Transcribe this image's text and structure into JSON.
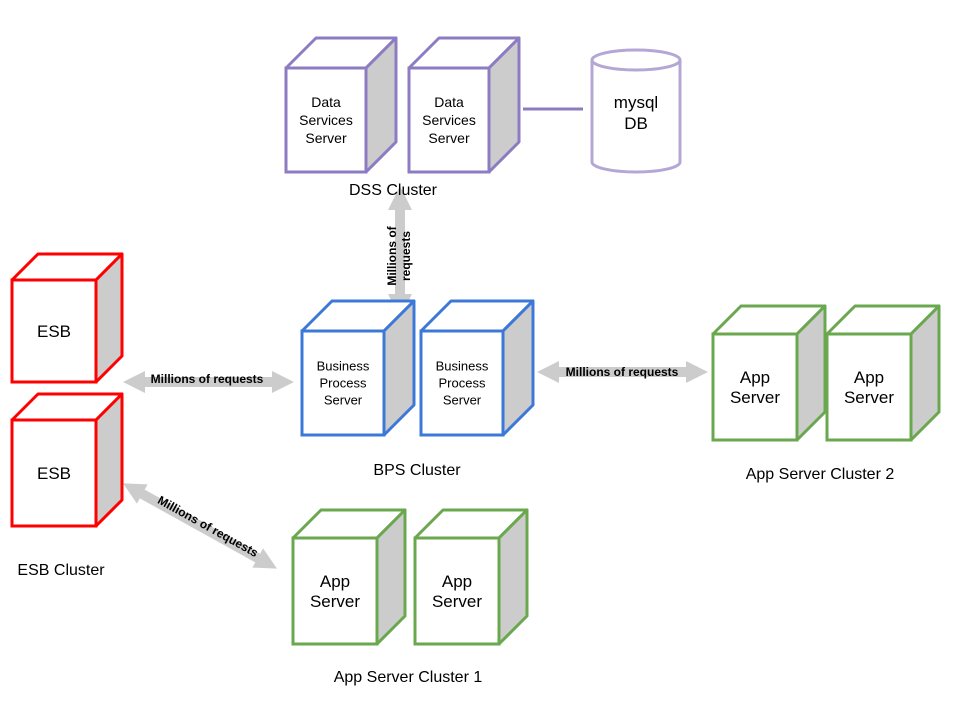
{
  "colors": {
    "dss": "#8e7cc3",
    "db": "#b4a7d6",
    "bps": "#3c78d8",
    "esb": "#ff0000",
    "app": "#6aa84f",
    "side": "#cccccc",
    "arrow": "#cccccc"
  },
  "dss": {
    "servers": [
      {
        "lines": [
          "Data",
          "Services",
          "Server"
        ]
      },
      {
        "lines": [
          "Data",
          "Services",
          "Server"
        ]
      }
    ],
    "db": {
      "lines": [
        "mysql",
        "DB"
      ]
    },
    "cluster_label": "DSS Cluster"
  },
  "bps": {
    "servers": [
      {
        "lines": [
          "Business",
          "Process",
          "Server"
        ]
      },
      {
        "lines": [
          "Business",
          "Process",
          "Server"
        ]
      }
    ],
    "cluster_label": "BPS Cluster"
  },
  "esb": {
    "servers": [
      {
        "lines": [
          "ESB"
        ]
      },
      {
        "lines": [
          "ESB"
        ]
      }
    ],
    "cluster_label": "ESB Cluster"
  },
  "app1": {
    "servers": [
      {
        "lines": [
          "App",
          "Server"
        ]
      },
      {
        "lines": [
          "App",
          "Server"
        ]
      }
    ],
    "cluster_label": "App Server Cluster 1"
  },
  "app2": {
    "servers": [
      {
        "lines": [
          "App",
          "Server"
        ]
      },
      {
        "lines": [
          "App",
          "Server"
        ]
      }
    ],
    "cluster_label": "App Server Cluster 2"
  },
  "connections": {
    "bps_dss": {
      "lines": [
        "Millions of",
        "requests"
      ]
    },
    "esb_bps": "Millions of requests",
    "bps_app2": "Millions of requests",
    "esb_app1": "Millions of requests"
  }
}
